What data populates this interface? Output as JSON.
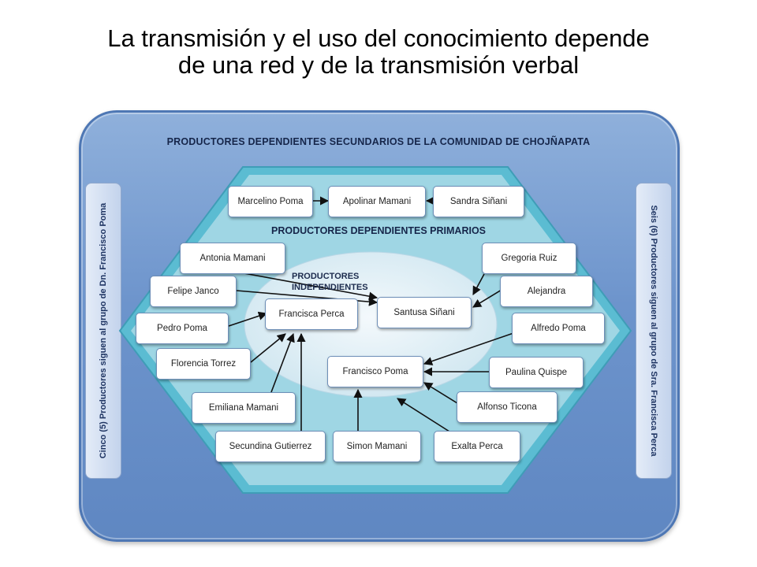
{
  "title": {
    "line1": "La transmisión  y el uso del conocimiento depende",
    "line2": "de una red y de la transmisión  verbal"
  },
  "diagram": {
    "outer_label": "PRODUCTORES  DEPENDIENTES SECUNDARIOS DE LA COMUNIDAD DE CHOJÑAPATA",
    "middle_label": "PRODUCTORES DEPENDIENTES PRIMARIOS",
    "inner_label_line1": "PRODUCTORES",
    "inner_label_line2": "INDEPENDIENTES",
    "left_tab": "Cinco  (5)  Productores siguen al grupo de Dn. Francisco Poma",
    "right_tab": "Seis  (6)  Productores siguen al grupo de Sra. Francisca Perca",
    "nodes": {
      "marcelino_poma": "Marcelino Poma",
      "apolinar_mamani": "Apolinar Mamani",
      "sandra_sinani": "Sandra Siñani",
      "antonia_mamani": "Antonia Mamani",
      "gregoria_ruiz": "Gregoria Ruiz",
      "felipe_janco": "Felipe Janco",
      "alejandra": "Alejandra",
      "pedro_poma": "Pedro Poma",
      "alfredo_poma": "Alfredo Poma",
      "florencia_torrez": "Florencia Torrez",
      "paulina_quispe": "Paulina Quispe",
      "emiliana_mamani": "Emiliana Mamani",
      "alfonso_ticona": "Alfonso Ticona",
      "secundina_gutierrez": "Secundina Gutierrez",
      "simon_mamani": "Simon Mamani",
      "exalta_perca": "Exalta Perca",
      "francisca_perca": "Francisca Perca",
      "santusa_sinani": "Santusa Siñani",
      "francisco_poma": "Francisco Poma"
    },
    "colors": {
      "outer_panel": "#7099d0",
      "hexagon_outer": "#5bbcd2",
      "hexagon_inner": "#9fd6e4",
      "inner_ellipse": "#e4f0f6",
      "arrow": "#111111"
    }
  }
}
